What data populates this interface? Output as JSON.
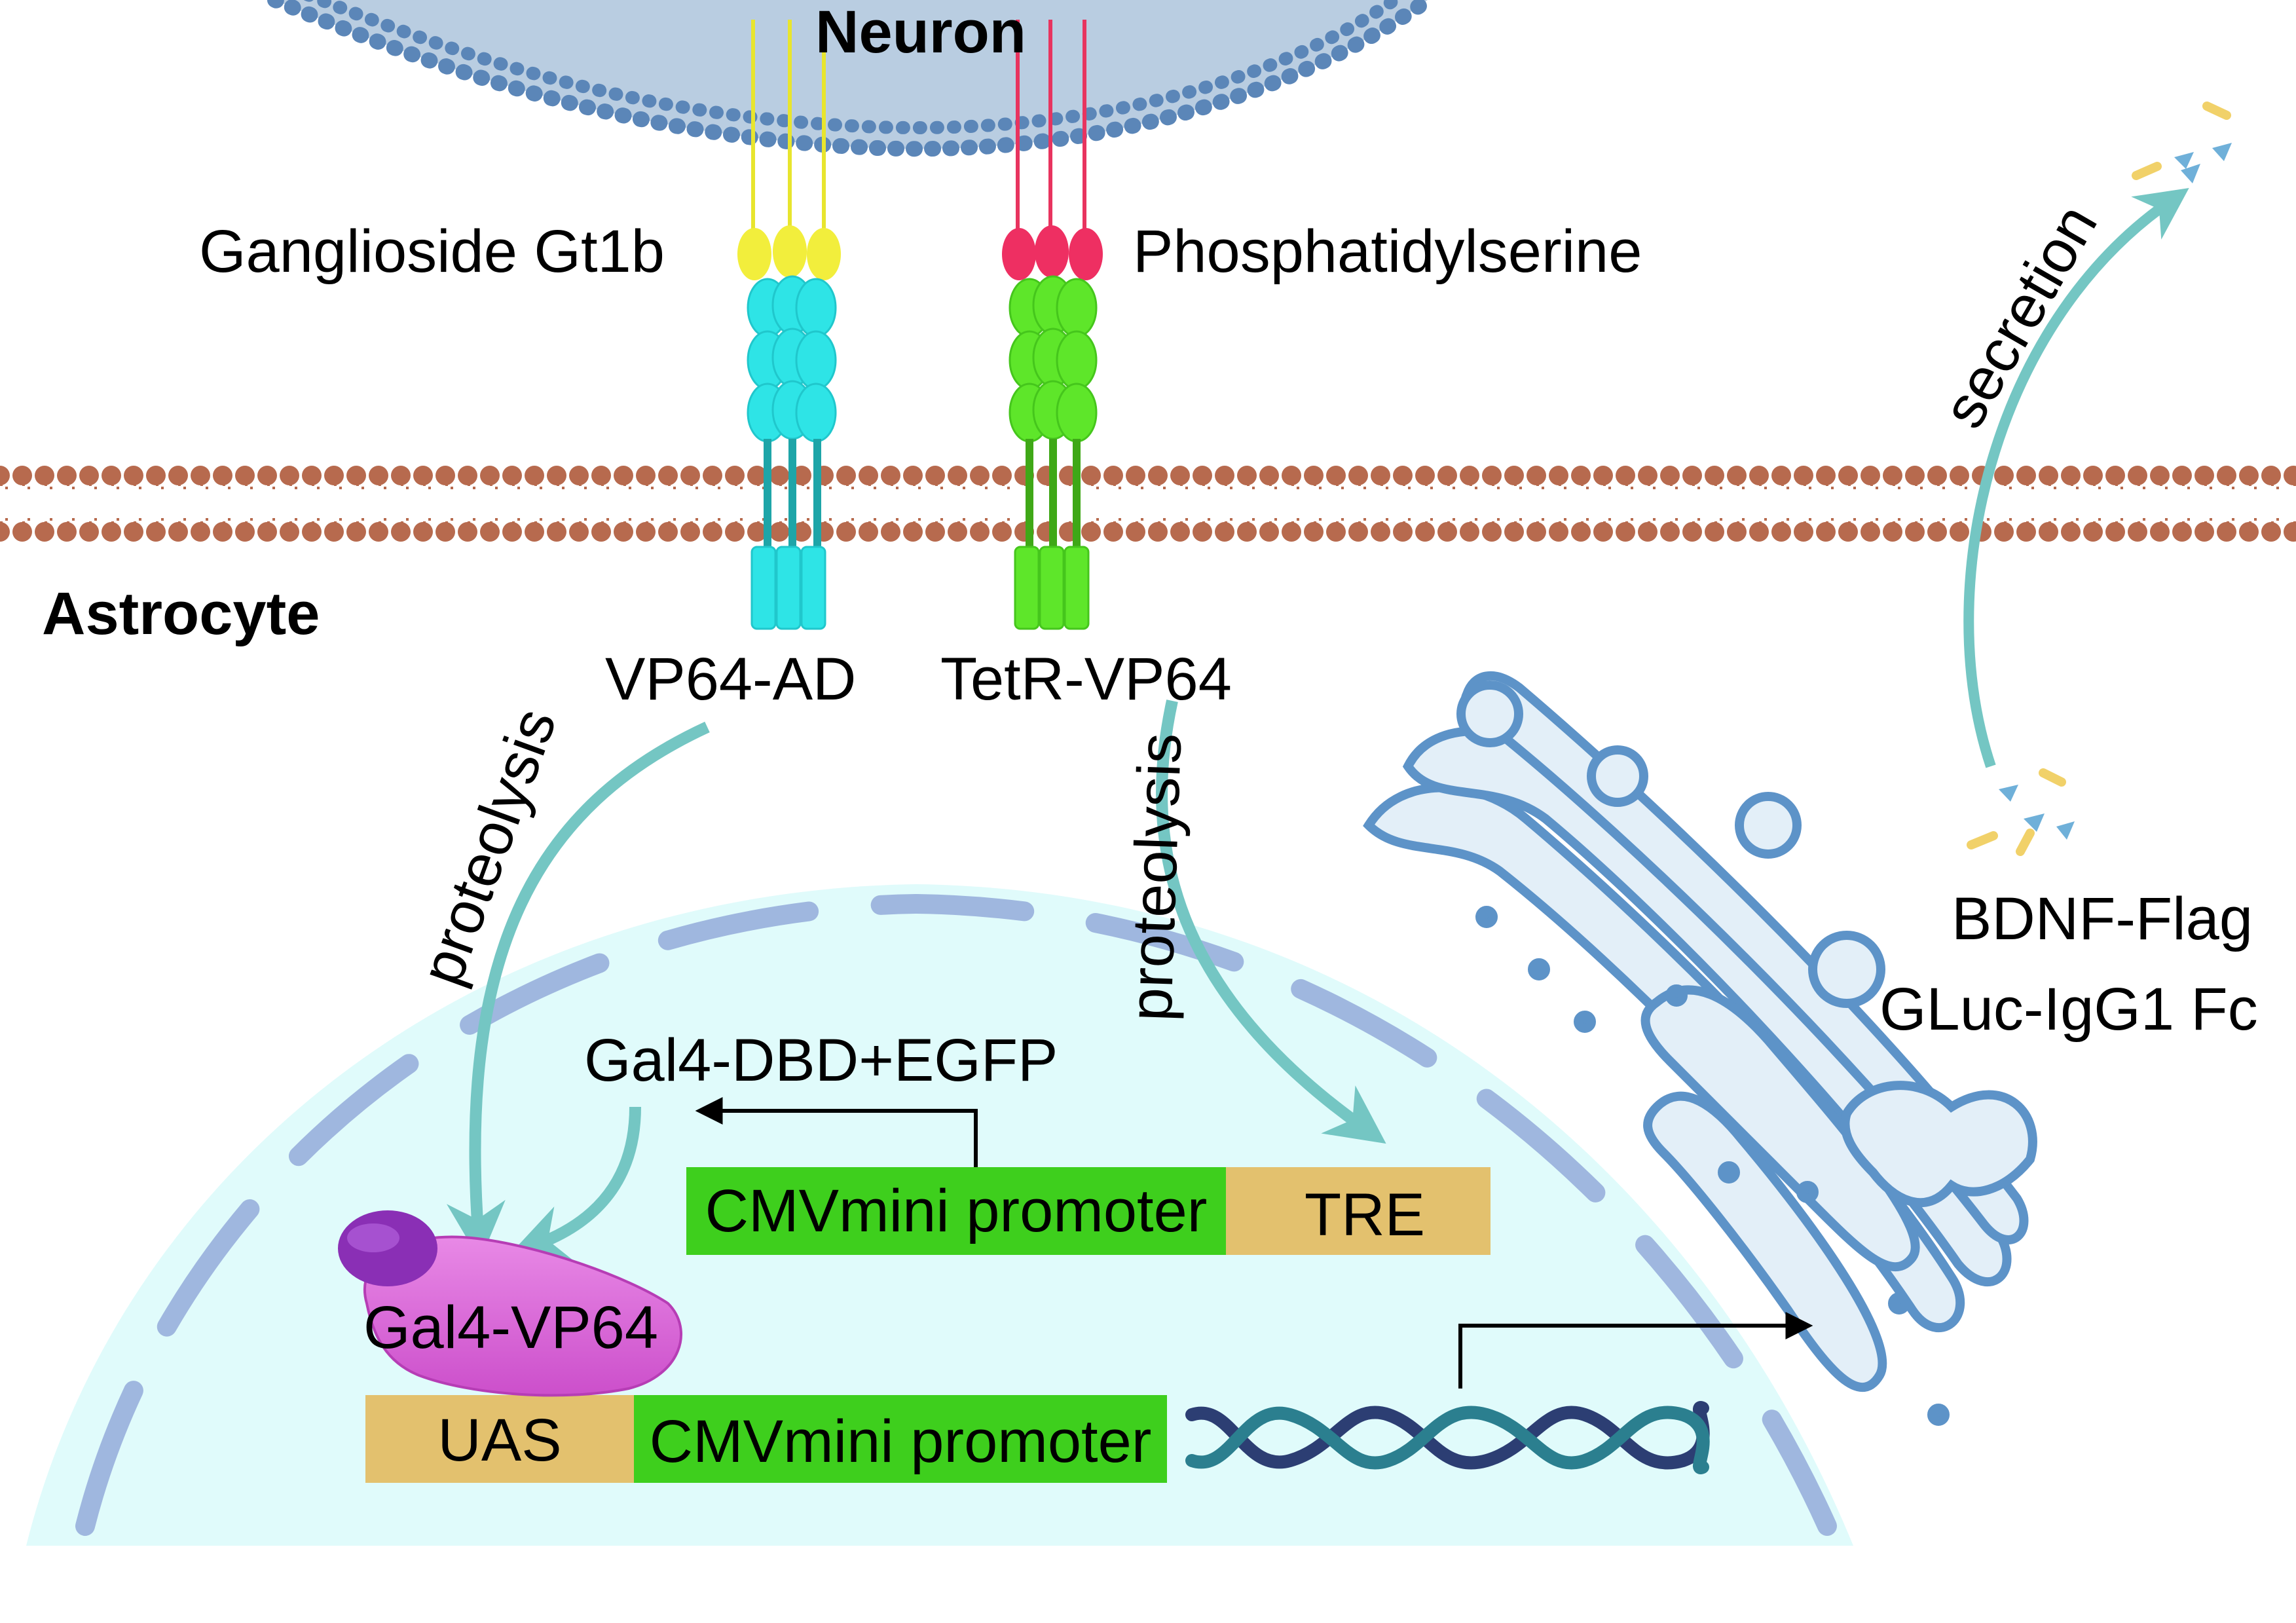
{
  "labels": {
    "neuron": "Neuron",
    "astrocyte": "Astrocyte",
    "ganglioside": "Ganglioside Gt1b",
    "phosphatidylserine": "Phosphatidylserine",
    "vp64_ad": "VP64-AD",
    "tetr_vp64": "TetR-VP64",
    "proteolysis_left": "proteolysis",
    "proteolysis_right": "proteolysis",
    "gal4_dbd_egfp": "Gal4-DBD+EGFP",
    "cmvmini_upper": "CMVmini promoter",
    "tre": "TRE",
    "gal4_vp64": "Gal4-VP64",
    "uas": "UAS",
    "cmvmini_lower": "CMVmini promoter",
    "secretion": "secretion",
    "bdnf_flag": "BDNF-Flag",
    "gluc": "GLuc-IgG1 Fc"
  },
  "colors": {
    "neuron_body": "#b9cde1",
    "neuron_lipid": "#5b86b8",
    "astro_lipid": "#b76a4e",
    "nucleus": "#e0fbfb",
    "nuclear_envelope": "#9fb7df",
    "arrow_teal": "#74c6c3",
    "cyan_protein": "#2ee4e6",
    "green_protein": "#5ee62a",
    "yellow_head": "#f2ee3c",
    "pink_head": "#ee2f62",
    "promoter_green": "#3ecf1d",
    "element_tan": "#e3c16e",
    "gal4_magenta": "#e26fe0",
    "gal4_purple": "#8a2fb5",
    "golgi_fill": "#e3eff8",
    "golgi_stroke": "#5d93c8",
    "dna_dark": "#2c3e73",
    "dna_teal": "#2b7f8f",
    "secreted_blue": "#6fb0d9",
    "secreted_yellow": "#f1d169"
  }
}
